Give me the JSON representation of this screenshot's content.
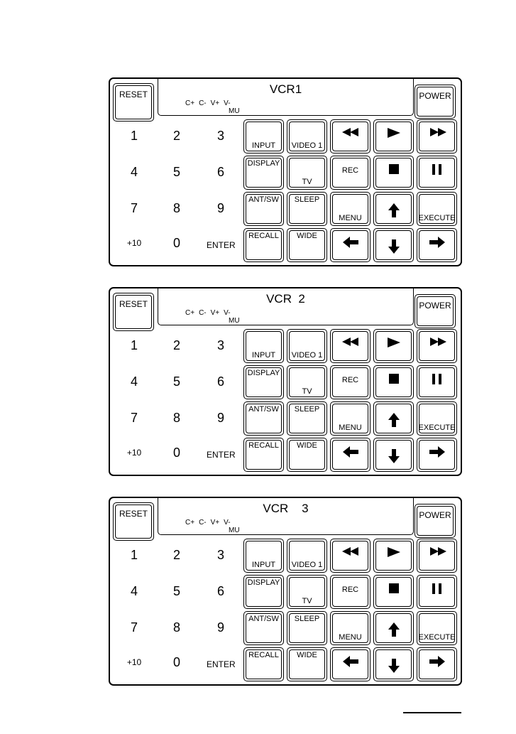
{
  "panels": [
    {
      "title": "VCR1"
    },
    {
      "title": "VCR  2"
    },
    {
      "title": "VCR    3"
    }
  ],
  "labels": {
    "reset": "RESET",
    "power": "POWER",
    "indicators": [
      "C+",
      "C-",
      "V+",
      "V-"
    ],
    "mu": "MU",
    "keypad": [
      "1",
      "2",
      "3",
      "4",
      "5",
      "6",
      "7",
      "8",
      "9",
      "+10",
      "0",
      "ENTER"
    ],
    "input": "INPUT",
    "video1": "VIDEO 1",
    "display": "DISPLAY",
    "tv": "TV",
    "rec": "REC",
    "antsw": "ANT/SW",
    "sleep": "SLEEP",
    "menu": "MENU",
    "execute": "EXECUTE",
    "recall": "RECALL",
    "wide": "WIDE"
  },
  "icons": {
    "rewind": "rewind-icon",
    "play": "play-icon",
    "fast_forward": "fast-forward-icon",
    "stop": "stop-icon",
    "pause": "pause-icon",
    "up": "arrow-up-icon",
    "down": "arrow-down-icon",
    "left": "arrow-left-icon",
    "right": "arrow-right-icon"
  }
}
